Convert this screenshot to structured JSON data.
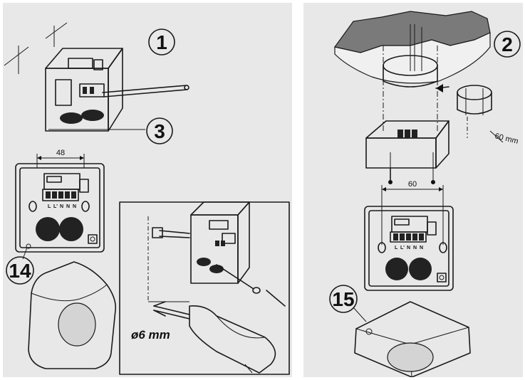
{
  "callouts": {
    "step1": "1",
    "step2": "2",
    "step3": "3",
    "step14": "14",
    "step15": "15"
  },
  "dimensions": {
    "width_left": "48",
    "width_right": "60",
    "depth_right": "60 mm",
    "drill_diameter": "ø6 mm"
  },
  "terminals": [
    "L",
    "L'",
    "N",
    "N",
    "N"
  ],
  "colors": {
    "panel_bg": "#e8e8e8",
    "line": "#1a1a1a",
    "hole": "#222222",
    "sensor_lens": "#d4d4d4"
  }
}
